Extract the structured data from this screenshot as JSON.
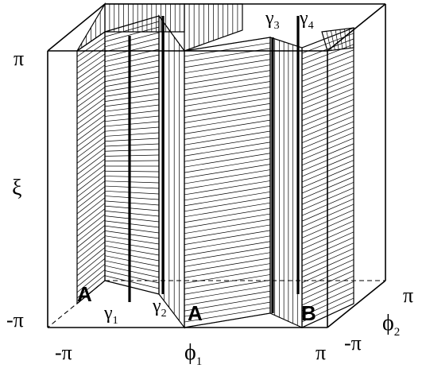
{
  "axes": {
    "xi_label": "ξ",
    "xi_top": "π",
    "xi_bottom": "-π",
    "phi1_label": "ϕ",
    "phi1_sub": "1",
    "phi1_min": "-π",
    "phi1_max": "π",
    "phi2_label": "ϕ",
    "phi2_sub": "2",
    "phi2_min": "-π",
    "phi2_max": "π"
  },
  "regions": {
    "label_a1": "A",
    "label_a2": "A",
    "label_b": "B"
  },
  "curves": [
    {
      "symbol": "γ",
      "sub": "1"
    },
    {
      "symbol": "γ",
      "sub": "2"
    },
    {
      "symbol": "γ",
      "sub": "3"
    },
    {
      "symbol": "γ",
      "sub": "4"
    }
  ]
}
